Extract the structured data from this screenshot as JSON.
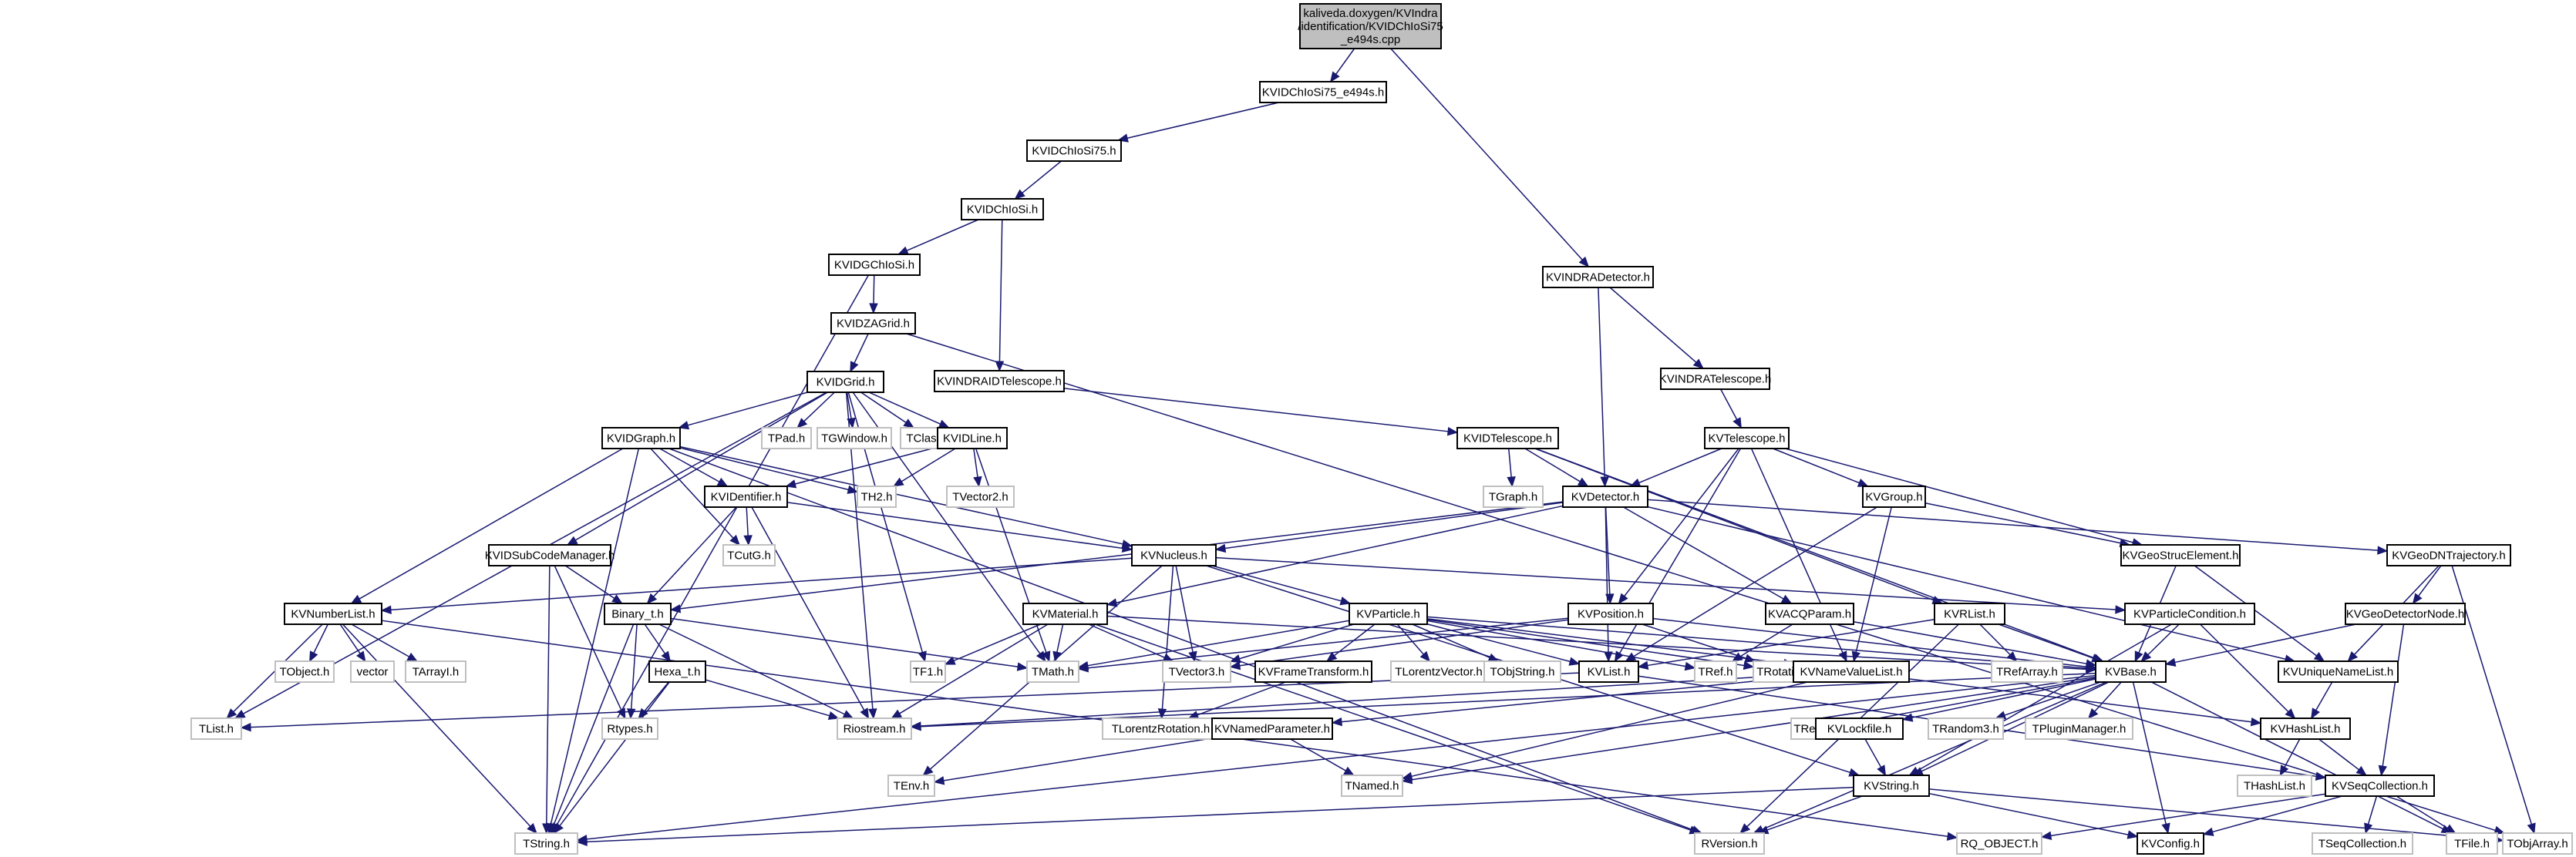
{
  "colors": {
    "edge": "#191970",
    "node_fill": "#ffffff",
    "node_border": "#000000",
    "external_border": "#bfbfbf",
    "root_fill": "#bfbfbf",
    "root_border": "#000000"
  },
  "diagram": {
    "type": "include-dependency-graph",
    "nodes": {
      "root": {
        "lines": [
          "kaliveda.doxygen/KVIndra",
          "/identification/KVIDChIoSi75",
          "_e494s.cpp"
        ],
        "kind": "root"
      },
      "e494s": {
        "lines": [
          "KVIDChIoSi75_e494s.h"
        ],
        "kind": "local"
      },
      "chiosi75": {
        "lines": [
          "KVIDChIoSi75.h"
        ],
        "kind": "local"
      },
      "chiosi": {
        "lines": [
          "KVIDChIoSi.h"
        ],
        "kind": "local"
      },
      "gchiosi": {
        "lines": [
          "KVIDGChIoSi.h"
        ],
        "kind": "local"
      },
      "zagrid": {
        "lines": [
          "KVIDZAGrid.h"
        ],
        "kind": "local"
      },
      "idgrid": {
        "lines": [
          "KVIDGrid.h"
        ],
        "kind": "local"
      },
      "indradet": {
        "lines": [
          "KVINDRADetector.h"
        ],
        "kind": "local"
      },
      "indraidtel": {
        "lines": [
          "KVINDRAIDTelescope.h"
        ],
        "kind": "local"
      },
      "indratel": {
        "lines": [
          "KVINDRATelescope.h"
        ],
        "kind": "local"
      },
      "idgraph": {
        "lines": [
          "KVIDGraph.h"
        ],
        "kind": "local"
      },
      "tpad": {
        "lines": [
          "TPad.h"
        ],
        "kind": "external"
      },
      "tgwindow": {
        "lines": [
          "TGWindow.h"
        ],
        "kind": "external"
      },
      "tclass": {
        "lines": [
          "TClass.h"
        ],
        "kind": "external"
      },
      "idline": {
        "lines": [
          "KVIDLine.h"
        ],
        "kind": "local"
      },
      "idtel": {
        "lines": [
          "KVIDTelescope.h"
        ],
        "kind": "local"
      },
      "telescope": {
        "lines": [
          "KVTelescope.h"
        ],
        "kind": "local"
      },
      "th2": {
        "lines": [
          "TH2.h"
        ],
        "kind": "external"
      },
      "tvector2": {
        "lines": [
          "TVector2.h"
        ],
        "kind": "external"
      },
      "tgraph": {
        "lines": [
          "TGraph.h"
        ],
        "kind": "external"
      },
      "identifier": {
        "lines": [
          "KVIDentifier.h"
        ],
        "kind": "local"
      },
      "detector": {
        "lines": [
          "KVDetector.h"
        ],
        "kind": "local"
      },
      "group": {
        "lines": [
          "KVGroup.h"
        ],
        "kind": "local"
      },
      "tcutg": {
        "lines": [
          "TCutG.h"
        ],
        "kind": "external"
      },
      "subcode": {
        "lines": [
          "KVIDSubCodeManager.h"
        ],
        "kind": "local"
      },
      "nucleus": {
        "lines": [
          "KVNucleus.h"
        ],
        "kind": "local"
      },
      "geostruc": {
        "lines": [
          "KVGeoStrucElement.h"
        ],
        "kind": "local"
      },
      "geodntraj": {
        "lines": [
          "KVGeoDNTrajectory.h"
        ],
        "kind": "local"
      },
      "numberlist": {
        "lines": [
          "KVNumberList.h"
        ],
        "kind": "local"
      },
      "binary": {
        "lines": [
          "Binary_t.h"
        ],
        "kind": "local"
      },
      "material": {
        "lines": [
          "KVMaterial.h"
        ],
        "kind": "local"
      },
      "particle": {
        "lines": [
          "KVParticle.h"
        ],
        "kind": "local"
      },
      "position": {
        "lines": [
          "KVPosition.h"
        ],
        "kind": "local"
      },
      "acqparam": {
        "lines": [
          "KVACQParam.h"
        ],
        "kind": "local"
      },
      "rlist": {
        "lines": [
          "KVRList.h"
        ],
        "kind": "local"
      },
      "partcond": {
        "lines": [
          "KVParticleCondition.h"
        ],
        "kind": "local"
      },
      "geodetnode": {
        "lines": [
          "KVGeoDetectorNode.h"
        ],
        "kind": "local"
      },
      "tobject": {
        "lines": [
          "TObject.h"
        ],
        "kind": "external"
      },
      "vector": {
        "lines": [
          "vector"
        ],
        "kind": "external"
      },
      "tarrayi": {
        "lines": [
          "TArrayI.h"
        ],
        "kind": "external"
      },
      "hexa": {
        "lines": [
          "Hexa_t.h"
        ],
        "kind": "local"
      },
      "tf1": {
        "lines": [
          "TF1.h"
        ],
        "kind": "external"
      },
      "tmath": {
        "lines": [
          "TMath.h"
        ],
        "kind": "external"
      },
      "tvector3": {
        "lines": [
          "TVector3.h"
        ],
        "kind": "external"
      },
      "frametransform": {
        "lines": [
          "KVFrameTransform.h"
        ],
        "kind": "local"
      },
      "tlorentzvec": {
        "lines": [
          "TLorentzVector.h"
        ],
        "kind": "external"
      },
      "tobjstring": {
        "lines": [
          "TObjString.h"
        ],
        "kind": "external"
      },
      "kvlist": {
        "lines": [
          "KVList.h"
        ],
        "kind": "local"
      },
      "tref": {
        "lines": [
          "TRef.h"
        ],
        "kind": "external"
      },
      "trotation": {
        "lines": [
          "TRotation.h"
        ],
        "kind": "external"
      },
      "namevaluelist": {
        "lines": [
          "KVNameValueList.h"
        ],
        "kind": "local"
      },
      "trefarray": {
        "lines": [
          "TRefArray.h"
        ],
        "kind": "external"
      },
      "kvbase": {
        "lines": [
          "KVBase.h"
        ],
        "kind": "local"
      },
      "uniquenamelist": {
        "lines": [
          "KVUniqueNameList.h"
        ],
        "kind": "local"
      },
      "tlist": {
        "lines": [
          "TList.h"
        ],
        "kind": "external"
      },
      "rtypes": {
        "lines": [
          "Rtypes.h"
        ],
        "kind": "external"
      },
      "riostream": {
        "lines": [
          "Riostream.h"
        ],
        "kind": "external"
      },
      "tlorentzrot": {
        "lines": [
          "TLorentzRotation.h"
        ],
        "kind": "external"
      },
      "namedparam": {
        "lines": [
          "KVNamedParameter.h"
        ],
        "kind": "local"
      },
      "tregexp": {
        "lines": [
          "TRegexp.h"
        ],
        "kind": "external"
      },
      "lockfile": {
        "lines": [
          "KVLockfile.h"
        ],
        "kind": "local"
      },
      "trandom3": {
        "lines": [
          "TRandom3.h"
        ],
        "kind": "external"
      },
      "tpluginmgr": {
        "lines": [
          "TPluginManager.h"
        ],
        "kind": "external"
      },
      "hashlist": {
        "lines": [
          "KVHashList.h"
        ],
        "kind": "local"
      },
      "tenv": {
        "lines": [
          "TEnv.h"
        ],
        "kind": "external"
      },
      "tnamed": {
        "lines": [
          "TNamed.h"
        ],
        "kind": "external"
      },
      "kvstring": {
        "lines": [
          "KVString.h"
        ],
        "kind": "local"
      },
      "thashlist": {
        "lines": [
          "THashList.h"
        ],
        "kind": "external"
      },
      "seqcoll": {
        "lines": [
          "KVSeqCollection.h"
        ],
        "kind": "local"
      },
      "tstring": {
        "lines": [
          "TString.h"
        ],
        "kind": "external"
      },
      "rversion": {
        "lines": [
          "RVersion.h"
        ],
        "kind": "external"
      },
      "rqobject": {
        "lines": [
          "RQ_OBJECT.h"
        ],
        "kind": "external"
      },
      "kvconfig": {
        "lines": [
          "KVConfig.h"
        ],
        "kind": "local"
      },
      "tseqcoll": {
        "lines": [
          "TSeqCollection.h"
        ],
        "kind": "external"
      },
      "tfile": {
        "lines": [
          "TFile.h"
        ],
        "kind": "external"
      },
      "tobjarray": {
        "lines": [
          "TObjArray.h"
        ],
        "kind": "external"
      }
    },
    "edges": [
      [
        "root",
        "e494s"
      ],
      [
        "root",
        "indradet"
      ],
      [
        "e494s",
        "chiosi75"
      ],
      [
        "chiosi75",
        "chiosi"
      ],
      [
        "chiosi",
        "gchiosi"
      ],
      [
        "chiosi",
        "indraidtel"
      ],
      [
        "gchiosi",
        "zagrid"
      ],
      [
        "gchiosi",
        "tstring"
      ],
      [
        "zagrid",
        "idgrid"
      ],
      [
        "zagrid",
        "tobjarray"
      ],
      [
        "indradet",
        "indratel"
      ],
      [
        "indradet",
        "detector"
      ],
      [
        "indraidtel",
        "idtel"
      ],
      [
        "indratel",
        "telescope"
      ],
      [
        "idgrid",
        "idgraph"
      ],
      [
        "idgrid",
        "tpad"
      ],
      [
        "idgrid",
        "tgwindow"
      ],
      [
        "idgrid",
        "tclass"
      ],
      [
        "idgrid",
        "idline"
      ],
      [
        "idgrid",
        "tlist"
      ],
      [
        "idgrid",
        "subcode"
      ],
      [
        "idgrid",
        "tf1"
      ],
      [
        "idgrid",
        "tmath"
      ],
      [
        "idgrid",
        "riostream"
      ],
      [
        "idgraph",
        "identifier"
      ],
      [
        "idgraph",
        "th2"
      ],
      [
        "idgraph",
        "tcutg"
      ],
      [
        "idgraph",
        "numberlist"
      ],
      [
        "idgraph",
        "nucleus"
      ],
      [
        "idgraph",
        "rversion"
      ],
      [
        "idgraph",
        "tstring"
      ],
      [
        "idline",
        "identifier"
      ],
      [
        "idline",
        "th2"
      ],
      [
        "idline",
        "tvector2"
      ],
      [
        "idline",
        "tmath"
      ],
      [
        "idtel",
        "detector"
      ],
      [
        "idtel",
        "tgraph"
      ],
      [
        "idtel",
        "kvbase"
      ],
      [
        "idtel",
        "rlist"
      ],
      [
        "telescope",
        "detector"
      ],
      [
        "telescope",
        "group"
      ],
      [
        "telescope",
        "geostruc"
      ],
      [
        "telescope",
        "position"
      ],
      [
        "telescope",
        "kvlist"
      ],
      [
        "telescope",
        "namevaluelist"
      ],
      [
        "identifier",
        "tcutg"
      ],
      [
        "identifier",
        "nucleus"
      ],
      [
        "identifier",
        "riostream"
      ],
      [
        "identifier",
        "binary"
      ],
      [
        "detector",
        "material"
      ],
      [
        "detector",
        "nucleus"
      ],
      [
        "detector",
        "position"
      ],
      [
        "detector",
        "acqparam"
      ],
      [
        "detector",
        "kvlist"
      ],
      [
        "detector",
        "geodntraj"
      ],
      [
        "detector",
        "uniquenamelist"
      ],
      [
        "detector",
        "binary"
      ],
      [
        "group",
        "geostruc"
      ],
      [
        "group",
        "kvlist"
      ],
      [
        "group",
        "namevaluelist"
      ],
      [
        "subcode",
        "binary"
      ],
      [
        "subcode",
        "rtypes"
      ],
      [
        "subcode",
        "tstring"
      ],
      [
        "nucleus",
        "particle"
      ],
      [
        "nucleus",
        "tvector3"
      ],
      [
        "nucleus",
        "numberlist"
      ],
      [
        "nucleus",
        "tenv"
      ],
      [
        "nucleus",
        "partcond"
      ],
      [
        "nucleus",
        "kvstring"
      ],
      [
        "nucleus",
        "tlorentzrot"
      ],
      [
        "geostruc",
        "kvbase"
      ],
      [
        "geostruc",
        "uniquenamelist"
      ],
      [
        "geodntraj",
        "geodetnode"
      ],
      [
        "geodntraj",
        "uniquenamelist"
      ],
      [
        "geodntraj",
        "tobjarray"
      ],
      [
        "numberlist",
        "tobject"
      ],
      [
        "numberlist",
        "vector"
      ],
      [
        "numberlist",
        "tarrayi"
      ],
      [
        "numberlist",
        "tlist"
      ],
      [
        "numberlist",
        "tstring"
      ],
      [
        "numberlist",
        "rqobject"
      ],
      [
        "binary",
        "hexa"
      ],
      [
        "binary",
        "rtypes"
      ],
      [
        "binary",
        "riostream"
      ],
      [
        "binary",
        "tstring"
      ],
      [
        "binary",
        "tmath"
      ],
      [
        "hexa",
        "rtypes"
      ],
      [
        "hexa",
        "riostream"
      ],
      [
        "hexa",
        "tstring"
      ],
      [
        "material",
        "tf1"
      ],
      [
        "material",
        "tmath"
      ],
      [
        "material",
        "tvector3"
      ],
      [
        "material",
        "riostream"
      ],
      [
        "material",
        "kvbase"
      ],
      [
        "material",
        "rversion"
      ],
      [
        "particle",
        "tvector3"
      ],
      [
        "particle",
        "frametransform"
      ],
      [
        "particle",
        "tlorentzvec"
      ],
      [
        "particle",
        "tobjstring"
      ],
      [
        "particle",
        "kvlist"
      ],
      [
        "particle",
        "tref"
      ],
      [
        "particle",
        "trotation"
      ],
      [
        "particle",
        "namevaluelist"
      ],
      [
        "particle",
        "tmath"
      ],
      [
        "particle",
        "kvbase"
      ],
      [
        "frametransform",
        "tlorentzrot"
      ],
      [
        "position",
        "tvector3"
      ],
      [
        "position",
        "kvbase"
      ],
      [
        "position",
        "tmath"
      ],
      [
        "position",
        "trotation"
      ],
      [
        "acqparam",
        "kvbase"
      ],
      [
        "acqparam",
        "tref"
      ],
      [
        "rlist",
        "kvlist"
      ],
      [
        "rlist",
        "trefarray"
      ],
      [
        "rlist",
        "kvbase"
      ],
      [
        "rlist",
        "rversion"
      ],
      [
        "partcond",
        "kvbase"
      ],
      [
        "partcond",
        "hashlist"
      ],
      [
        "partcond",
        "kvstring"
      ],
      [
        "geodetnode",
        "kvbase"
      ],
      [
        "geodetnode",
        "seqcoll"
      ],
      [
        "kvlist",
        "tlist"
      ],
      [
        "kvlist",
        "seqcoll"
      ],
      [
        "namevaluelist",
        "namedparam"
      ],
      [
        "namevaluelist",
        "riostream"
      ],
      [
        "namevaluelist",
        "hashlist"
      ],
      [
        "namevaluelist",
        "tnamed"
      ],
      [
        "namedparam",
        "tenv"
      ],
      [
        "namedparam",
        "tnamed"
      ],
      [
        "kvbase",
        "tnamed"
      ],
      [
        "kvbase",
        "riostream"
      ],
      [
        "kvbase",
        "tregexp"
      ],
      [
        "kvbase",
        "lockfile"
      ],
      [
        "kvbase",
        "trandom3"
      ],
      [
        "kvbase",
        "tpluginmgr"
      ],
      [
        "kvbase",
        "kvstring"
      ],
      [
        "kvbase",
        "rversion"
      ],
      [
        "kvbase",
        "kvconfig"
      ],
      [
        "kvbase",
        "tfile"
      ],
      [
        "kvbase",
        "tstring"
      ],
      [
        "uniquenamelist",
        "hashlist"
      ],
      [
        "lockfile",
        "kvstring"
      ],
      [
        "hashlist",
        "thashlist"
      ],
      [
        "hashlist",
        "seqcoll"
      ],
      [
        "kvstring",
        "tstring"
      ],
      [
        "kvstring",
        "rversion"
      ],
      [
        "kvstring",
        "kvconfig"
      ],
      [
        "kvstring",
        "tobjarray"
      ],
      [
        "seqcoll",
        "tseqcoll"
      ],
      [
        "seqcoll",
        "tfile"
      ],
      [
        "seqcoll",
        "kvconfig"
      ],
      [
        "seqcoll",
        "rqobject"
      ]
    ]
  }
}
